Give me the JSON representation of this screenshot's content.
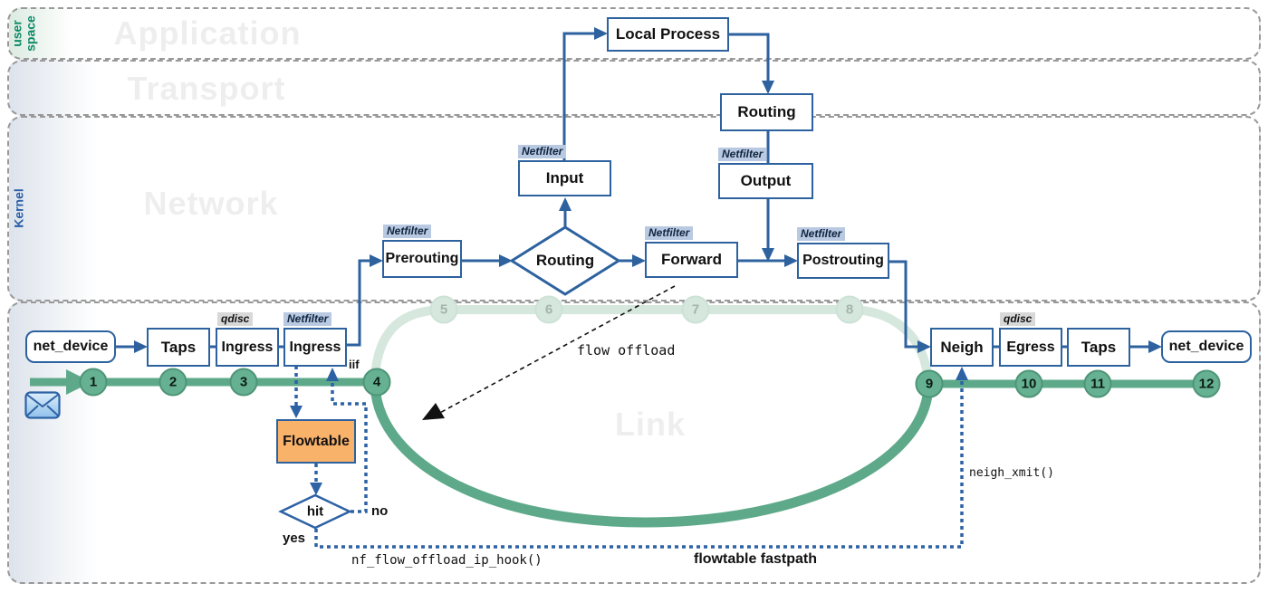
{
  "layers": {
    "application": {
      "watermark": "Application",
      "side_label": "user\nspace"
    },
    "transport": {
      "watermark": "Transport"
    },
    "network": {
      "watermark": "Network",
      "side_label": "Kernel"
    },
    "link": {
      "watermark": "Link"
    }
  },
  "tags": {
    "netfilter": "Netfilter",
    "qdisc": "qdisc"
  },
  "boxes": {
    "local_process": "Local Process",
    "routing_upper": "Routing",
    "output": "Output",
    "input": "Input",
    "routing_decision": "Routing",
    "prerouting": "Prerouting",
    "forward": "Forward",
    "postrouting": "Postrouting",
    "net_device_in": "net_device",
    "taps_in": "Taps",
    "ingress_qdisc": "Ingress",
    "ingress_netfilter": "Ingress",
    "flowtable": "Flowtable",
    "hit": "hit",
    "neigh": "Neigh",
    "egress": "Egress",
    "taps_out": "Taps",
    "net_device_out": "net_device"
  },
  "labels": {
    "iif": "iif",
    "flow_offload": "flow offload",
    "neigh_xmit": "neigh_xmit()",
    "nf_flow_offload_ip_hook": "nf_flow_offload_ip_hook()",
    "flowtable_fastpath": "flowtable fastpath",
    "yes": "yes",
    "no": "no"
  },
  "steps": {
    "active": [
      "1",
      "2",
      "3",
      "4",
      "9",
      "10",
      "11",
      "12"
    ],
    "faded": [
      "5",
      "6",
      "7",
      "8"
    ]
  },
  "colors": {
    "blue_line": "#2d629f",
    "green_line": "#5ea98a",
    "faded_path": "#d6e7dd",
    "flowtable_fill": "#f9b26a",
    "netfilter_tag_bg": "#b8c9e1",
    "qdisc_tag_bg": "#d8d8d8"
  }
}
